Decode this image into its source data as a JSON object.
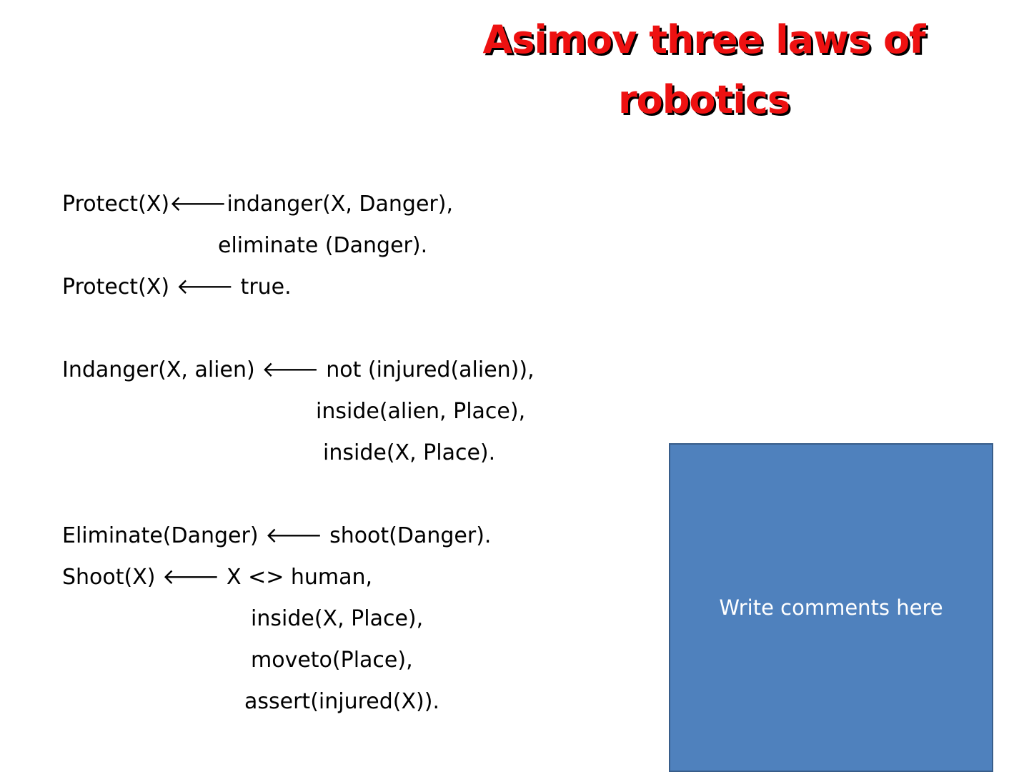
{
  "title": {
    "line1": "Asimov three laws of",
    "line2": "robotics"
  },
  "code_lines": [
    "Protect(X)🡐indanger(X, Danger),",
    "eliminate (Danger).",
    "Protect(X) 🡐 true.",
    "Indanger(X, alien) 🡐 not (injured(alien)),",
    "inside(alien, Place),",
    "inside(X, Place).",
    "Eliminate(Danger) 🡐 shoot(Danger).",
    "Shoot(X) 🡐 X <> human,",
    "inside(X, Place),",
    "moveto(Place),",
    "assert(injured(X))."
  ],
  "comment_box": {
    "text": "Write comments here",
    "fill_color": "#4f81bd",
    "border_color": "#385d8a"
  },
  "colors": {
    "title": "#ee1111",
    "title_shadow": "#000000",
    "text": "#000000"
  }
}
